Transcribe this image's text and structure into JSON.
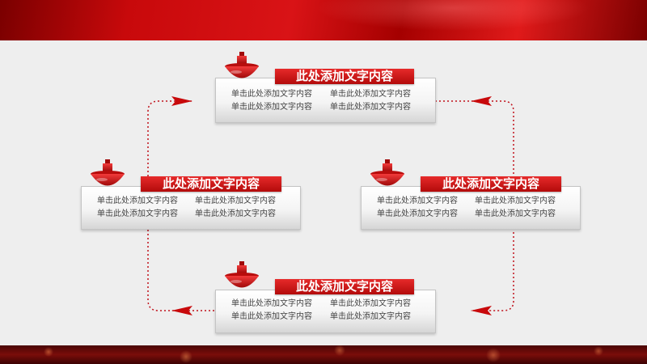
{
  "colors": {
    "accent": "#c8090b",
    "bar": "#d41414",
    "connector": "#c0101a",
    "panel": "#f4f4f4"
  },
  "nodes": [
    {
      "name": "top",
      "icon": "red-lantern-bowl-icon",
      "title": "此处添加文字内容",
      "lines": [
        "单击此处添加文字内容",
        "单击此处添加文字内容",
        "单击此处添加文字内容",
        "单击此处添加文字内容"
      ]
    },
    {
      "name": "left",
      "icon": "red-lantern-bowl-icon",
      "title": "此处添加文字内容",
      "lines": [
        "单击此处添加文字内容",
        "单击此处添加文字内容",
        "单击此处添加文字内容",
        "单击此处添加文字内容"
      ]
    },
    {
      "name": "right",
      "icon": "red-lantern-bowl-icon",
      "title": "此处添加文字内容",
      "lines": [
        "单击此处添加文字内容",
        "单击此处添加文字内容",
        "单击此处添加文字内容",
        "单击此处添加文字内容"
      ]
    },
    {
      "name": "bottom",
      "icon": "red-lantern-bowl-icon",
      "title": "此处添加文字内容",
      "lines": [
        "单击此处添加文字内容",
        "单击此处添加文字内容",
        "单击此处添加文字内容",
        "单击此处添加文字内容"
      ]
    }
  ]
}
